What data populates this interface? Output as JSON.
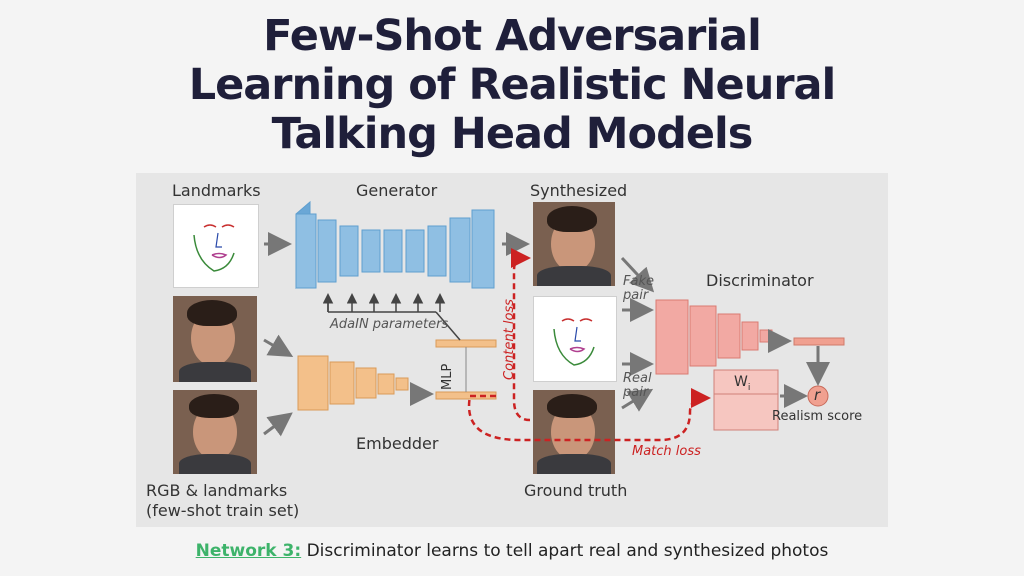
{
  "title": {
    "line1": "Few-Shot Adversarial",
    "line2": "Learning of Realistic Neural",
    "line3": "Talking Head Models"
  },
  "diagram": {
    "landmarks_label": "Landmarks",
    "generator_label": "Generator",
    "synthesized_label": "Synthesized",
    "discriminator_label": "Discriminator",
    "adain_label": "AdaIN parameters",
    "mlp_label": "MLP",
    "embedder_label": "Embedder",
    "rgb_label_line1": "RGB & landmarks",
    "rgb_label_line2": "(few-shot train set)",
    "content_loss_label": "Content loss",
    "fake_pair_line1": "Fake",
    "fake_pair_line2": "pair",
    "real_pair_line1": "Real",
    "real_pair_line2": "pair",
    "wi_label": "W",
    "wi_sub": "i",
    "r_label": "r",
    "realism_label": "Realism score",
    "match_loss_label": "Match loss",
    "ground_truth_label": "Ground truth"
  },
  "caption": {
    "network_label": "Network 3:",
    "text": " Discriminator learns to tell apart real and synthesized photos"
  },
  "colors": {
    "generator": "#8fbfe3",
    "embedder": "#f3c08a",
    "discriminator": "#f2a9a3",
    "loss": "#cc2222",
    "accent": "#3db36a"
  }
}
